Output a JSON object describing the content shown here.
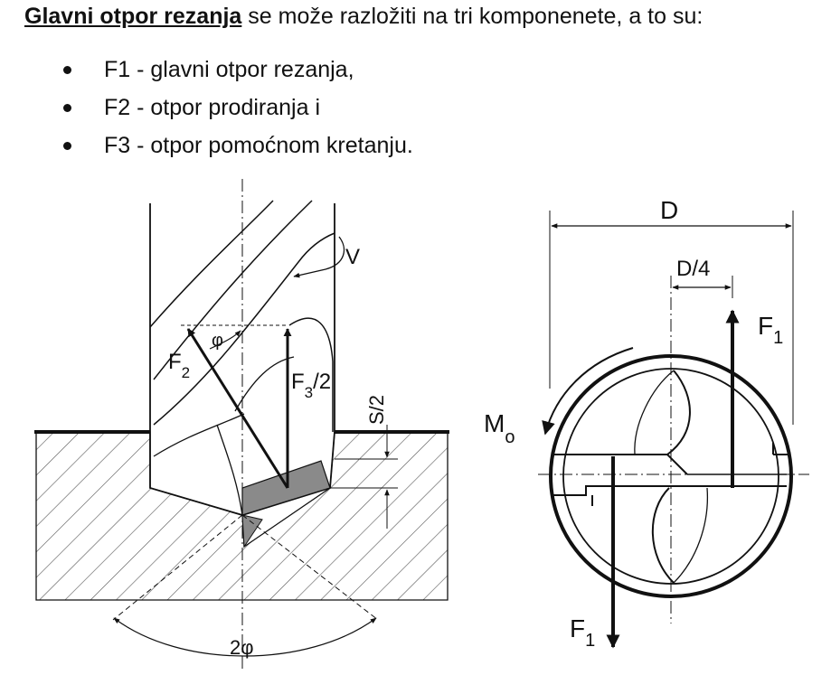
{
  "heading": {
    "bold": "Glavni otpor rezanja",
    "rest": " se može razložiti na tri komponenete, a to su:"
  },
  "list": [
    "F1 - glavni otpor rezanja,",
    "F2 - otpor prodiranja i",
    "F3 - otpor pomoćnom kretanju."
  ],
  "left_figure": {
    "label_v": "V",
    "label_phi": "φ",
    "label_f2": "F",
    "label_f2_sub": "2",
    "label_f3": "F",
    "label_f3_sub": "3",
    "label_f3_tail": "/2",
    "label_s2": "S/2",
    "label_2phi": "2φ"
  },
  "right_figure": {
    "label_d": "D",
    "label_d4": "D/4",
    "label_f1_top": "F",
    "label_f1_top_sub": "1",
    "label_mo": "M",
    "label_mo_sub": "o",
    "label_f1_bottom": "F",
    "label_f1_bottom_sub": "1"
  },
  "colors": {
    "ink": "#111111",
    "cut_fill": "#8a8a8a",
    "hatch": "#555555"
  }
}
